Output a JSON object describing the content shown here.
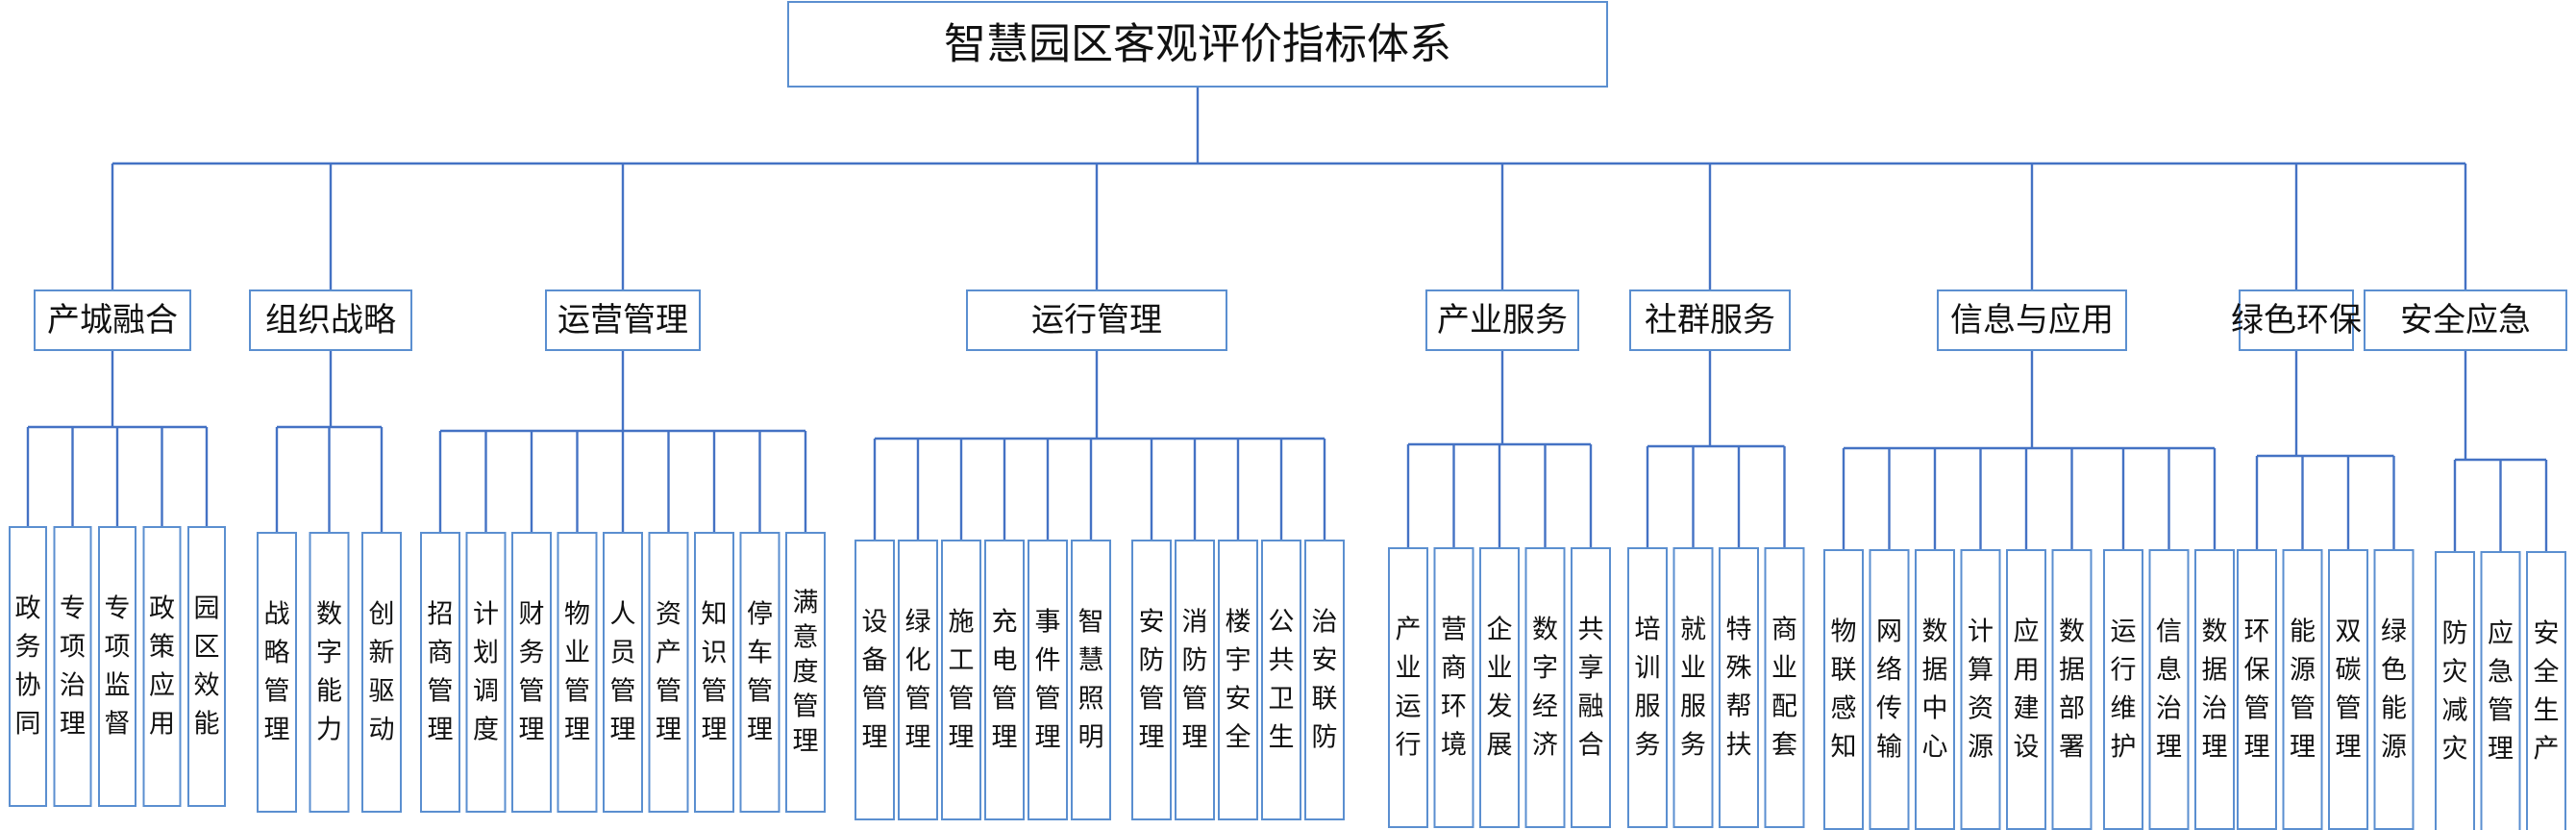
{
  "title": "智慧园区客观评价指标体系",
  "categories": [
    {
      "name": "产城融合",
      "items": [
        "政务协同",
        "专项治理",
        "专项监督",
        "政策应用",
        "园区效能"
      ]
    },
    {
      "name": "组织战略",
      "items": [
        "战略管理",
        "数字能力",
        "创新驱动"
      ]
    },
    {
      "name": "运营管理",
      "items": [
        "招商管理",
        "计划调度",
        "财务管理",
        "物业管理",
        "人员管理",
        "资产管理",
        "知识管理",
        "停车管理",
        "满意度管理"
      ]
    },
    {
      "name": "运行管理",
      "items": [
        "设备管理",
        "绿化管理",
        "施工管理",
        "充电管理",
        "事件管理",
        "智慧照明",
        "安防管理",
        "消防管理",
        "楼宇安全",
        "公共卫生",
        "治安联防"
      ]
    },
    {
      "name": "产业服务",
      "items": [
        "产业运行",
        "营商环境",
        "企业发展",
        "数字经济",
        "共享融合"
      ]
    },
    {
      "name": "社群服务",
      "items": [
        "培训服务",
        "就业服务",
        "特殊帮扶",
        "商业配套"
      ]
    },
    {
      "name": "信息与应用",
      "items": [
        "物联感知",
        "网络传输",
        "数据中心",
        "计算资源",
        "应用建设",
        "数据部署",
        "运行维护",
        "信息治理",
        "数据治理"
      ]
    },
    {
      "name": "绿色环保",
      "items": [
        "环保管理",
        "能源管理",
        "双碳管理",
        "绿色能源"
      ]
    },
    {
      "name": "安全应急",
      "items": [
        "防灾减灾",
        "应急管理",
        "安全生产"
      ]
    }
  ]
}
